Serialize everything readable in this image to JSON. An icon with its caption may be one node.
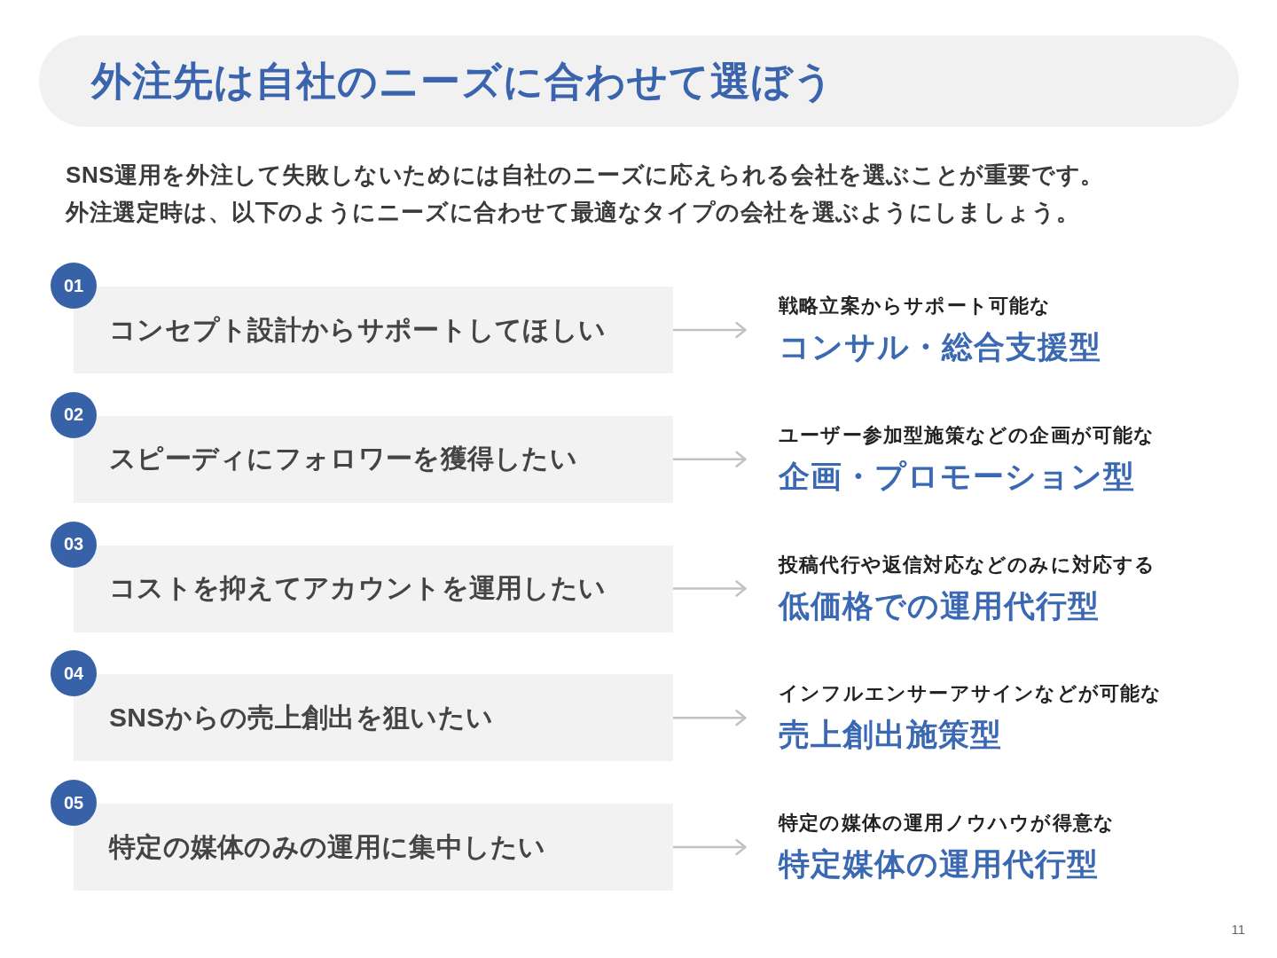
{
  "diagram": {
    "title": "外注先は自社のニーズに合わせて選ぼう",
    "nodes": [
      {
        "text": [
          "01"
        ]
      },
      {
        "text": [
          "コンセプト設計からサポートしてほしい"
        ]
      },
      {
        "text": [
          "戦略立案からサポート可能な",
          "コンサル・総合支援型"
        ]
      },
      {
        "text": [
          "02"
        ]
      },
      {
        "text": [
          "スピーディにフォロワーを獲得したい"
        ]
      },
      {
        "text": [
          "ユーザー参加型施策などの企画が可能な",
          "企画・プロモーション型"
        ]
      },
      {
        "text": [
          "03"
        ]
      },
      {
        "text": [
          "コストを抑えてアカウントを運用したい"
        ]
      },
      {
        "text": [
          "投稿代行や返信対応などのみに対応する",
          "低価格での運用代行型"
        ]
      },
      {
        "text": [
          "04"
        ]
      },
      {
        "text": [
          "SNSからの売上創出を狙いたい"
        ]
      },
      {
        "text": [
          "インフルエンサーアサインなどが可能な",
          "売上創出施策型"
        ]
      },
      {
        "text": [
          "05"
        ]
      },
      {
        "text": [
          "特定の媒体のみの運用に集中したい"
        ]
      },
      {
        "text": [
          "特定の媒体の運用ノウハウが得意な",
          "特定媒体の運用代行型"
        ]
      }
    ],
    "edges": [
      {
        "from": 1,
        "to": 2,
        "arrow": "to"
      },
      {
        "from": 4,
        "to": 5,
        "arrow": "to"
      },
      {
        "from": 7,
        "to": 8,
        "arrow": "to"
      },
      {
        "from": 10,
        "to": 11,
        "arrow": "to"
      },
      {
        "from": 13,
        "to": 14,
        "arrow": "to"
      }
    ],
    "labels": [
      "SNS運用を外注して失敗しないためには自社のニーズに応えられる会社を選ぶことが重要です。",
      "外注選定時は、以下のようにニーズに合わせて最適なタイプの会社を選ぶようにしましょう。",
      "11"
    ]
  }
}
